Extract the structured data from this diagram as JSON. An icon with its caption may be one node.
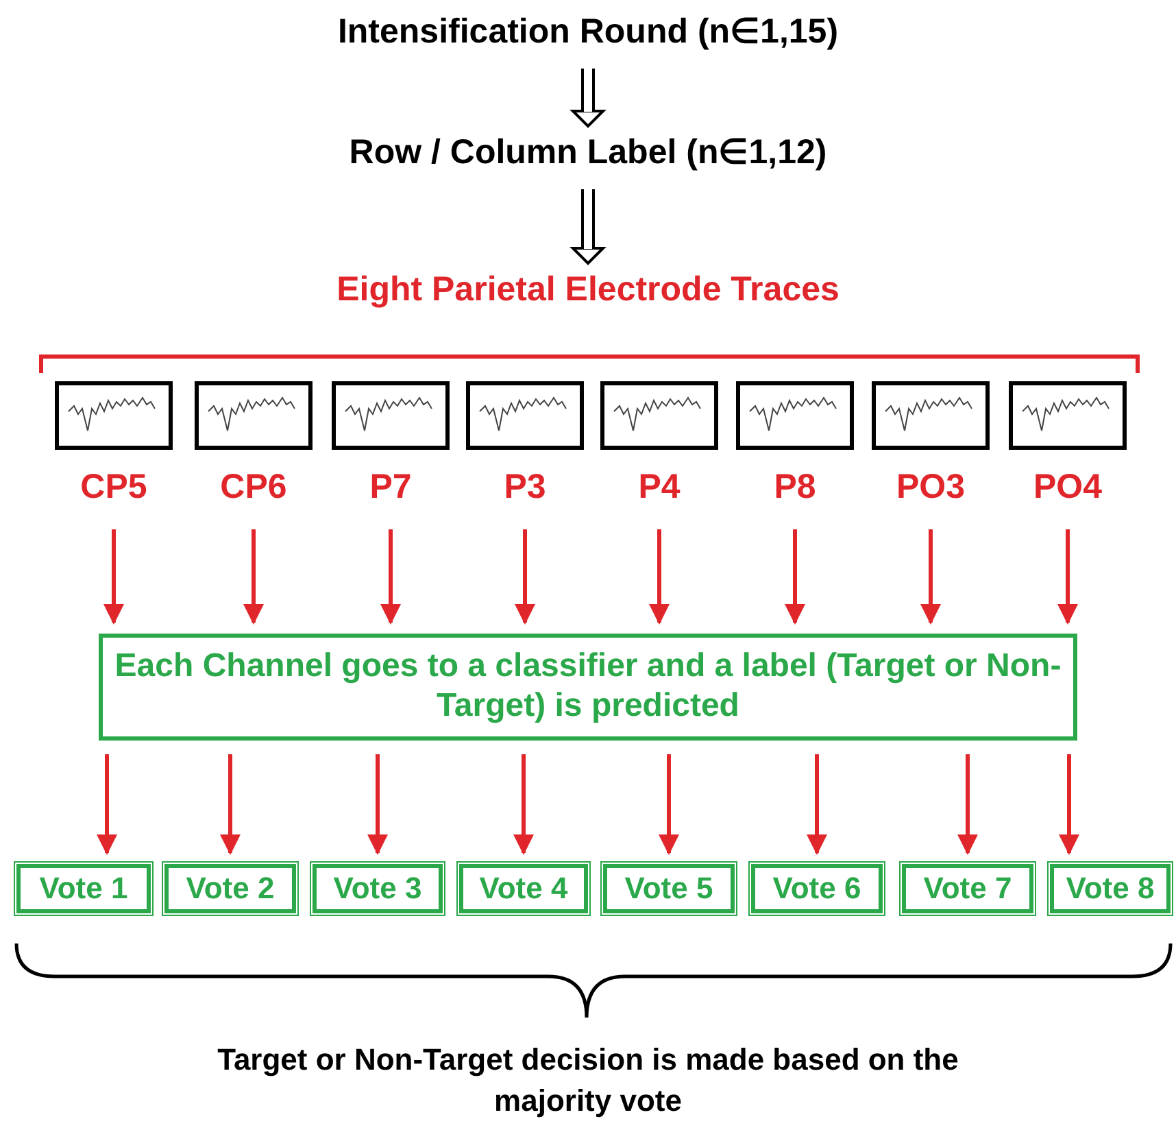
{
  "diagram": {
    "nodes": [
      {
        "text": [
          "Intensification Round (n∈1,15)"
        ]
      },
      {
        "text": [
          "Row / Column Label (n∈1,12)"
        ]
      },
      {
        "text": [
          "Eight Parietal Electrode Traces"
        ]
      },
      {
        "text": [
          "CP5"
        ]
      },
      {
        "text": [
          "CP6"
        ]
      },
      {
        "text": [
          "P7"
        ]
      },
      {
        "text": [
          "P3"
        ]
      },
      {
        "text": [
          "P4"
        ]
      },
      {
        "text": [
          "P8"
        ]
      },
      {
        "text": [
          "PO3"
        ]
      },
      {
        "text": [
          "PO4"
        ]
      },
      {
        "text": [
          "Each Channel goes to a classifier and a label (Target or Non-Target) is predicted"
        ]
      },
      {
        "text": [
          "Vote 1"
        ]
      },
      {
        "text": [
          "Vote 2"
        ]
      },
      {
        "text": [
          "Vote 3"
        ]
      },
      {
        "text": [
          "Vote 4"
        ]
      },
      {
        "text": [
          "Vote 5"
        ]
      },
      {
        "text": [
          "Vote 6"
        ]
      },
      {
        "text": [
          "Vote 7"
        ]
      },
      {
        "text": [
          "Vote 8"
        ]
      }
    ],
    "edges": [
      {
        "from": 0,
        "to": 1,
        "arrow": "to",
        "style": "thick",
        "color": "#000000"
      },
      {
        "from": 1,
        "to": 2,
        "arrow": "to",
        "style": "thick",
        "color": "#000000"
      },
      {
        "from": 3,
        "to": 11,
        "arrow": "to"
      },
      {
        "from": 4,
        "to": 11,
        "arrow": "to"
      },
      {
        "from": 5,
        "to": 11,
        "arrow": "to"
      },
      {
        "from": 6,
        "to": 11,
        "arrow": "to"
      },
      {
        "from": 7,
        "to": 11,
        "arrow": "to"
      },
      {
        "from": 8,
        "to": 11,
        "arrow": "to"
      },
      {
        "from": 9,
        "to": 11,
        "arrow": "to"
      },
      {
        "from": 10,
        "to": 11,
        "arrow": "to"
      },
      {
        "from": 11,
        "to": 12,
        "arrow": "to"
      },
      {
        "from": 11,
        "to": 13,
        "arrow": "to"
      },
      {
        "from": 11,
        "to": 14,
        "arrow": "to"
      },
      {
        "from": 11,
        "to": 15,
        "arrow": "to"
      },
      {
        "from": 11,
        "to": 16,
        "arrow": "to"
      },
      {
        "from": 11,
        "to": 17,
        "arrow": "to"
      },
      {
        "from": 11,
        "to": 18,
        "arrow": "to"
      },
      {
        "from": 11,
        "to": 19,
        "arrow": "to"
      }
    ],
    "labels": [
      "Target or Non-Target decision is made based on the majority vote"
    ]
  }
}
